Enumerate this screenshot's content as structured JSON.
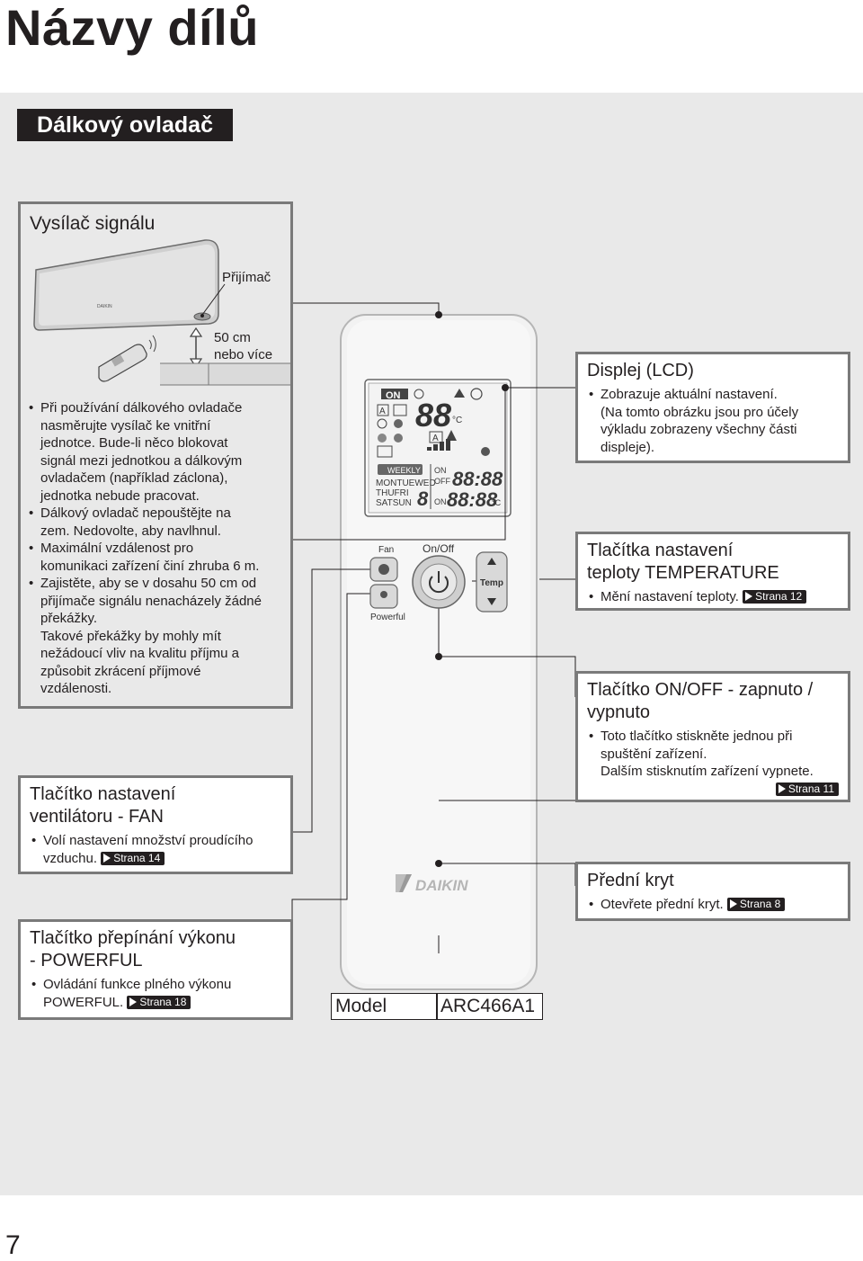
{
  "page": {
    "title": "Názvy dílů",
    "section": "Dálkový ovladač",
    "number": "7"
  },
  "signal": {
    "heading": "Vysílač signálu",
    "receiver_label": "Přijímač",
    "distance_line1": "50 cm",
    "distance_line2": "nebo více",
    "bullets": [
      [
        "Při používání dálkového ovladače",
        "nasměrujte vysílač ke vnitřní",
        "jednotce. Bude-li něco blokovat",
        "signál mezi jednotkou a dálkovým",
        "ovladačem (například záclona),",
        "jednotka nebude pracovat."
      ],
      [
        "Dálkový ovladač nepouštějte na",
        "zem. Nedovolte, aby navlhnul."
      ],
      [
        "Maximální vzdálenost pro",
        "komunikaci zařízení činí zhruba 6 m."
      ],
      [
        "Zajistěte, aby se v dosahu 50 cm od",
        "přijímače signálu nenacházely žádné",
        "překážky.",
        "Takové překážky by mohly mít",
        "nežádoucí vliv na kvalitu příjmu a",
        "způsobit zkrácení příjmové",
        "vzdálenosti."
      ]
    ]
  },
  "fan": {
    "heading_line1": "Tlačítko nastavení",
    "heading_line2": "ventilátoru - FAN",
    "text_line1": "Volí nastavení množství proudícího",
    "text_line2": "vzduchu.",
    "ref": "Strana 14"
  },
  "powerful": {
    "heading_line1": "Tlačítko přepínání výkonu",
    "heading_line2": "- POWERFUL",
    "text_line1": "Ovládání funkce plného výkonu",
    "text_line2": "POWERFUL.",
    "ref": "Strana 18"
  },
  "display": {
    "heading": "Displej (LCD)",
    "lines": [
      "Zobrazuje aktuální nastavení.",
      "(Na tomto obrázku jsou pro účely",
      "výkladu zobrazeny všechny části",
      "displeje)."
    ]
  },
  "temperature": {
    "heading_line1": "Tlačítka nastavení",
    "heading_line2": "teploty TEMPERATURE",
    "text": "Mění nastavení teploty.",
    "ref": "Strana 12"
  },
  "onoff": {
    "heading_line1": "Tlačítko ON/OFF - zapnuto /",
    "heading_line2": "vypnuto",
    "lines": [
      "Toto tlačítko stiskněte jednou při",
      "spuštění zařízení.",
      "Dalším stisknutím zařízení vypnete."
    ],
    "ref": "Strana 11"
  },
  "front": {
    "heading": "Přední kryt",
    "text": "Otevřete přední kryt.",
    "ref": "Strana 8"
  },
  "model": {
    "label": "Model",
    "value": "ARC466A1"
  },
  "remote": {
    "fan_label": "Fan",
    "onoff_label": "On/Off",
    "powerful_label": "Powerful",
    "temp_label": "Temp",
    "brand": "DAIKIN",
    "unit_brand": "DAIKIN",
    "lcd": {
      "on": "ON",
      "a": "A",
      "temp_digits": "88",
      "unit": "°C",
      "weekly": "WEEKLY",
      "days1": "MONTUEWED",
      "days2": "THUFRI",
      "days3": "SATSUN",
      "day_digit": "8",
      "on_small": "ON",
      "off_small": "OFF",
      "time1": "88:88",
      "time2": "88:88",
      "on2": "ON",
      "unit2": "°C"
    }
  }
}
